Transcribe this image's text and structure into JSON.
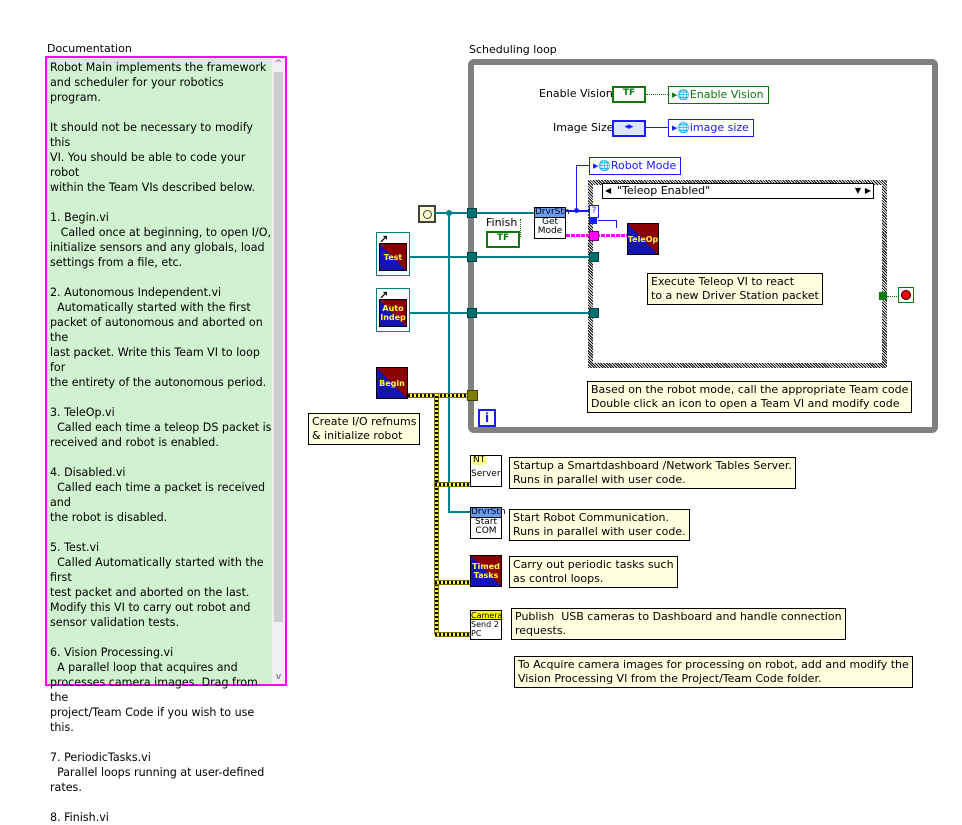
{
  "documentation": {
    "label": "Documentation",
    "text": "Robot Main implements the framework\nand scheduler for your robotics program.\n\nIt should not be necessary to modify this\nVI. You should be able to code your robot\nwithin the Team VIs described below.\n\n1. Begin.vi\n   Called once at beginning, to open I/O,\ninitialize sensors and any globals, load\nsettings from a file, etc.\n\n2. Autonomous Independent.vi\n  Automatically started with the first\npacket of autonomous and aborted on the\nlast packet. Write this Team VI to loop for\nthe entirety of the autonomous period.\n\n3. TeleOp.vi\n  Called each time a teleop DS packet is\nreceived and robot is enabled.\n\n4. Disabled.vi\n  Called each time a packet is received and\nthe robot is disabled.\n\n5. Test.vi\n  Called Automatically started with the first\ntest packet and aborted on the last.\nModify this VI to carry out robot and\nsensor validation tests.\n\n6. Vision Processing.vi\n  A parallel loop that acquires and\nprocesses camera images. Drag from the\nproject/Team Code if you wish to use this.\n\n7. PeriodicTasks.vi\n  Parallel loops running at user-defined\nrates.\n\n8. Finish.vi",
    "scroll_up": "^",
    "scroll_down": "v"
  },
  "loop": {
    "label": "Scheduling loop",
    "iteration_terminal": "i"
  },
  "controls": {
    "enable_vision_label": "Enable Vision",
    "enable_vision_ctrl": "TF",
    "enable_vision_global": "Enable Vision",
    "image_size_label": "Image Size",
    "image_size_ctrl": "◂▸",
    "image_size_global": "image size",
    "robot_mode_global": "Robot Mode",
    "finish_label": "Finish",
    "finish_ctrl": "TF"
  },
  "case_structure": {
    "selected_case": "\"Teleop Enabled\"",
    "question_terminal": "?"
  },
  "vis": {
    "get_mode_header": "DrvrStn",
    "get_mode_line1": "Get",
    "get_mode_line2": "Mode",
    "teleop": "TeleOp",
    "test": "Test",
    "auto_line1": "Auto",
    "auto_line2": "Indep",
    "begin": "Begin",
    "nt_header": "NT",
    "nt_label": "Server",
    "startcom_header": "DrvrStn",
    "startcom_line1": "Start",
    "startcom_line2": "COM",
    "timed_line1": "Timed",
    "timed_line2": "Tasks",
    "camera_header": "Camera",
    "camera_line1": "Send 2",
    "camera_line2": "PC"
  },
  "comments": {
    "teleop_note": "Execute Teleop VI to react\nto a new Driver Station packet",
    "mode_note": "Based on the robot mode, call the appropriate Team code\nDouble click an icon to open a Team VI and modify code",
    "begin_note": "Create I/O refnums\n& initialize robot",
    "nt_note": "Startup a Smartdashboard /Network Tables Server.\nRuns in parallel with user code.",
    "com_note": "Start Robot Communication.\nRuns in parallel with user code.",
    "periodic_note": "Carry out periodic tasks such\nas control loops.",
    "camera_note": "Publish  USB cameras to Dashboard and handle connection\nrequests.",
    "vision_note": "To Acquire camera images for processing on robot, add and modify the\nVision Processing VI from the Project/Team Code folder."
  },
  "colors": {
    "doc_border": "#ff00ff",
    "doc_bg": "#d0f2d0",
    "loop_frame": "#808080",
    "global_green": "#0a7a0a",
    "global_blue": "#1a1aff",
    "wire_teal": "#00808a",
    "wire_pink": "#ff00ff",
    "note_bg": "#ffffe0"
  }
}
